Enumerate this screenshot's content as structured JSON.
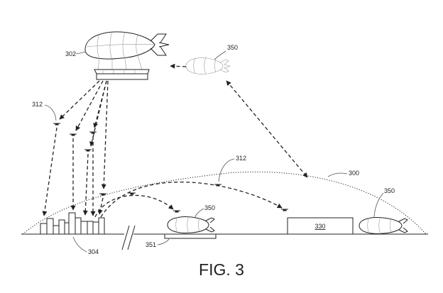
{
  "labels": {
    "airship_main": "302",
    "airship_shuttle_top": "350",
    "uav_left": "312",
    "uav_center": "312",
    "dome": "300",
    "airship_right": "350",
    "airship_center": "350",
    "facility_box": "330",
    "city": "304",
    "ground_station": "351"
  },
  "caption": "FIG. 3"
}
